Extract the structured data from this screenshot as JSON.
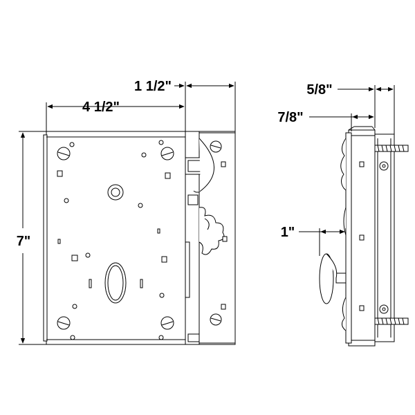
{
  "dimensions": {
    "height": "7\"",
    "width": "4 1/2\"",
    "faceplate_width": "1 1/2\"",
    "side_total": "5/8\"",
    "side_body": "7/8\"",
    "knob_projection": "1\""
  },
  "colors": {
    "line": "#000000",
    "background": "#ffffff"
  }
}
